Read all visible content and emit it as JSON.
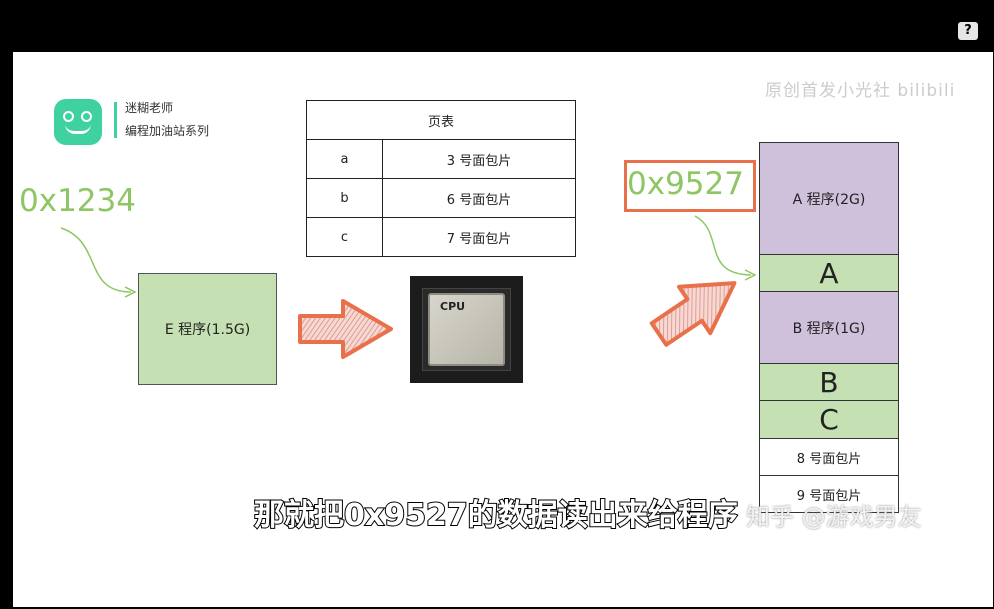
{
  "brand": {
    "line1": "迷糊老师",
    "line2": "编程加油站系列",
    "accent": "#3fd1a0"
  },
  "help_label": "?",
  "virtual_address": "0x1234",
  "physical_address": "0x9527",
  "program_e": "E 程序(1.5G)",
  "cpu_label": "CPU",
  "page_table": {
    "header": "页表",
    "rows": [
      {
        "page": "a",
        "frame": "3 号面包片"
      },
      {
        "page": "b",
        "frame": "6 号面包片"
      },
      {
        "page": "c",
        "frame": "7 号面包片"
      }
    ]
  },
  "memory": [
    {
      "label": "A 程序(2G)",
      "kind": "purple"
    },
    {
      "label": "A",
      "kind": "green"
    },
    {
      "label": "B 程序(1G)",
      "kind": "purple"
    },
    {
      "label": "B",
      "kind": "green"
    },
    {
      "label": "C",
      "kind": "green"
    },
    {
      "label": "8 号面包片",
      "kind": "white"
    },
    {
      "label": "9 号面包片",
      "kind": "white"
    }
  ],
  "watermark": "原创首发小光社 bilibili",
  "subtitle": "那就把0x9527的数据读出来给程序",
  "credit": "知乎 @游戏男友",
  "colors": {
    "address_green": "#8ec663",
    "highlight_orange": "#e8704a",
    "purple": "#cfc0dc",
    "green": "#c5e0b3"
  }
}
